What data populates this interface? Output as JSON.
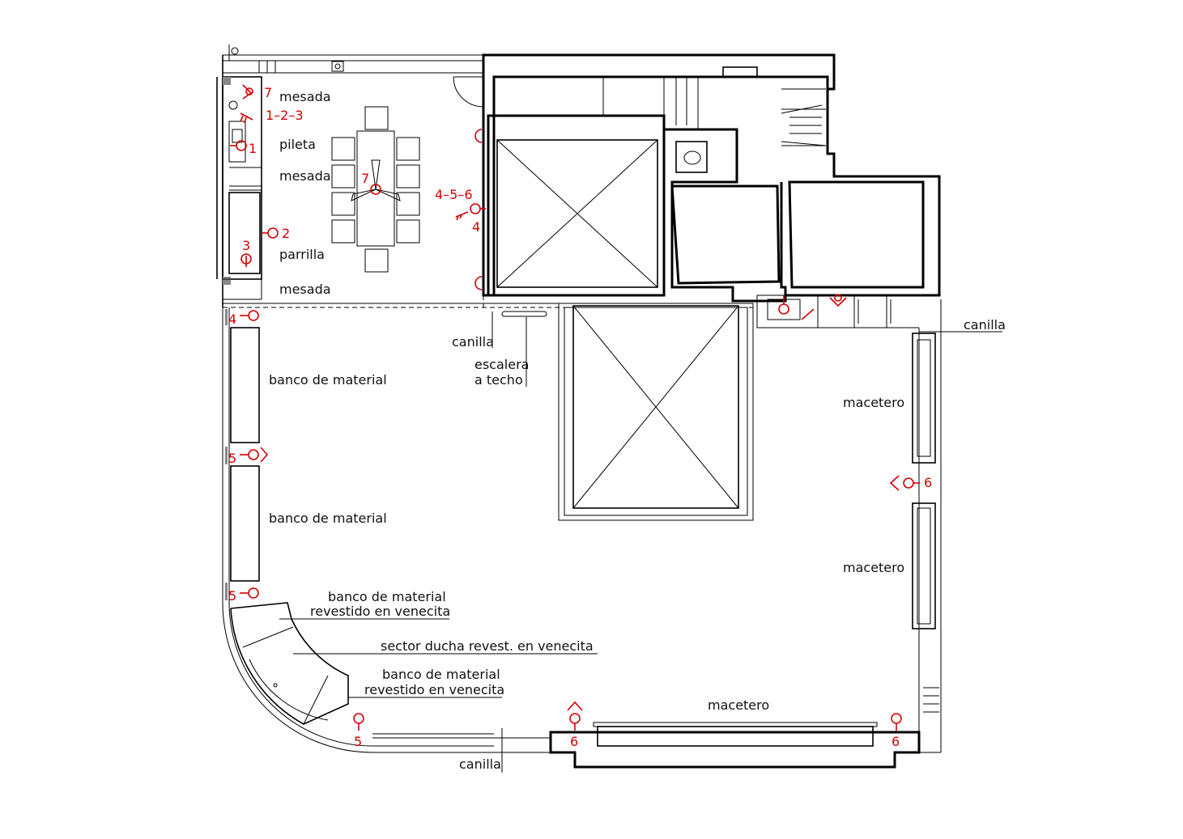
{
  "plan": {
    "labels": {
      "mesada_top": "mesada",
      "pileta": "pileta",
      "mesada_mid": "mesada",
      "parrilla": "parrilla",
      "mesada_bottom": "mesada",
      "banco_1": "banco de material",
      "banco_2": "banco de material",
      "banco_3_l1": "banco de material",
      "banco_3_l2": "revestido en venecita",
      "sector_ducha": "sector ducha revest. en venecita",
      "banco_4_l1": "banco de material",
      "banco_4_l2": "revestido en venecita",
      "canilla_left": "canilla",
      "canilla_right": "canilla",
      "canilla_bottom": "canilla",
      "escalera_l1": "escalera",
      "escalera_l2": "a techo",
      "macetero_1": "macetero",
      "macetero_2": "macetero",
      "macetero_3": "macetero"
    },
    "symbols": {
      "mesada_num": "7",
      "mesada_keys": "1–2–3",
      "pileta_num": "1",
      "table_num": "7",
      "parrilla_num_2": "2",
      "parrilla_num_3": "3",
      "column_keys": "4–5–6",
      "column_num": "4",
      "left_4": "4",
      "left_5a": "5",
      "left_5b": "5",
      "bottom_5": "5",
      "bottom_6a": "6",
      "bottom_6b": "6",
      "right_6": "6"
    },
    "colors": {
      "lines": "#000000",
      "symbols": "#d40000"
    }
  }
}
